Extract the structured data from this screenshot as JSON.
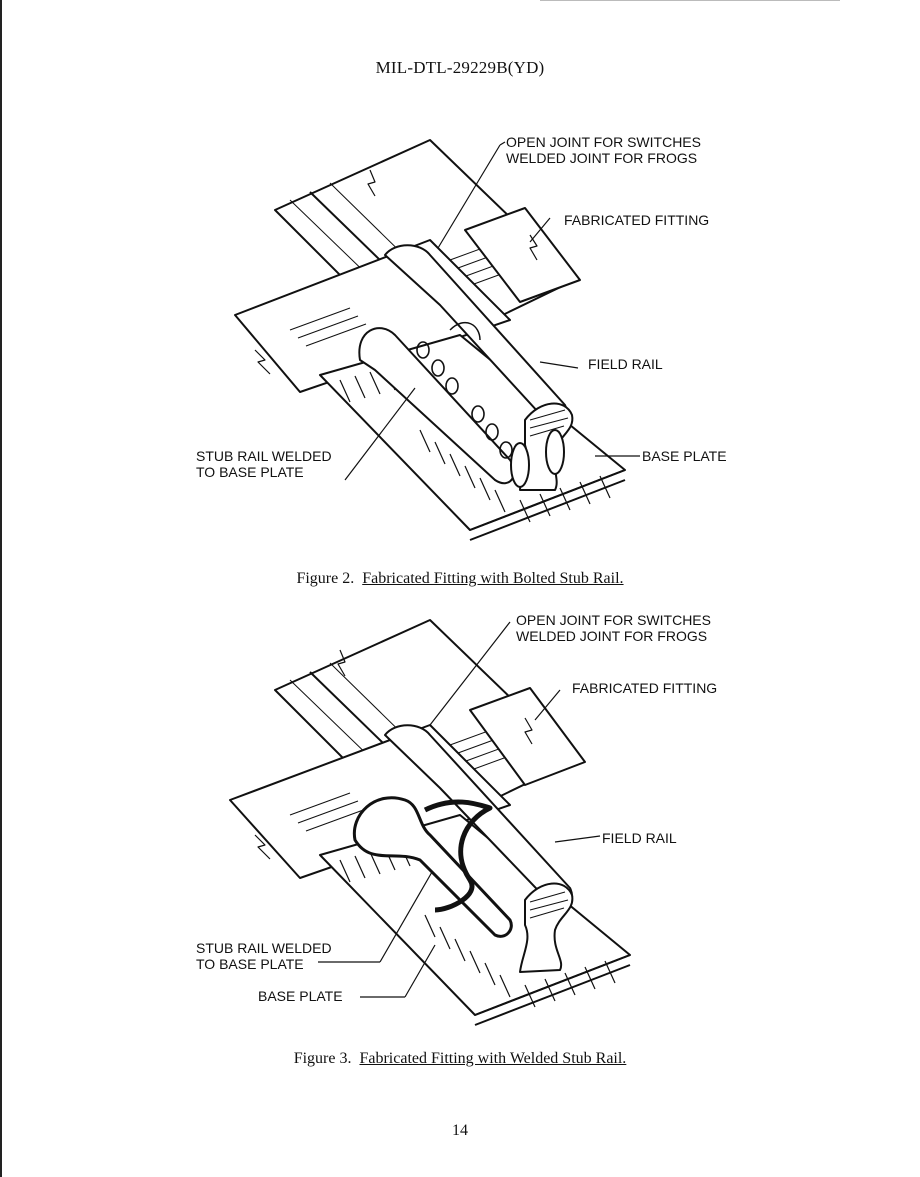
{
  "header": {
    "doc_id": "MIL-DTL-29229B(YD)"
  },
  "figure2": {
    "callouts": {
      "open_joint": "OPEN JOINT FOR SWITCHES\nWELDED JOINT FOR FROGS",
      "fabricated_fitting": "FABRICATED FITTING",
      "field_rail": "FIELD RAIL",
      "base_plate": "BASE PLATE",
      "stub_rail": "STUB RAIL WELDED\nTO BASE PLATE"
    },
    "caption_number": "Figure 2.",
    "caption_title": "Fabricated Fitting with Bolted Stub Rail."
  },
  "figure3": {
    "callouts": {
      "open_joint": "OPEN JOINT FOR SWITCHES\nWELDED JOINT FOR FROGS",
      "fabricated_fitting": "FABRICATED FITTING",
      "field_rail": "FIELD RAIL",
      "stub_rail": "STUB RAIL WELDED\nTO BASE PLATE",
      "base_plate": "BASE PLATE"
    },
    "caption_number": "Figure 3.",
    "caption_title": "Fabricated Fitting with Welded Stub Rail."
  },
  "footer": {
    "page_number": "14"
  }
}
